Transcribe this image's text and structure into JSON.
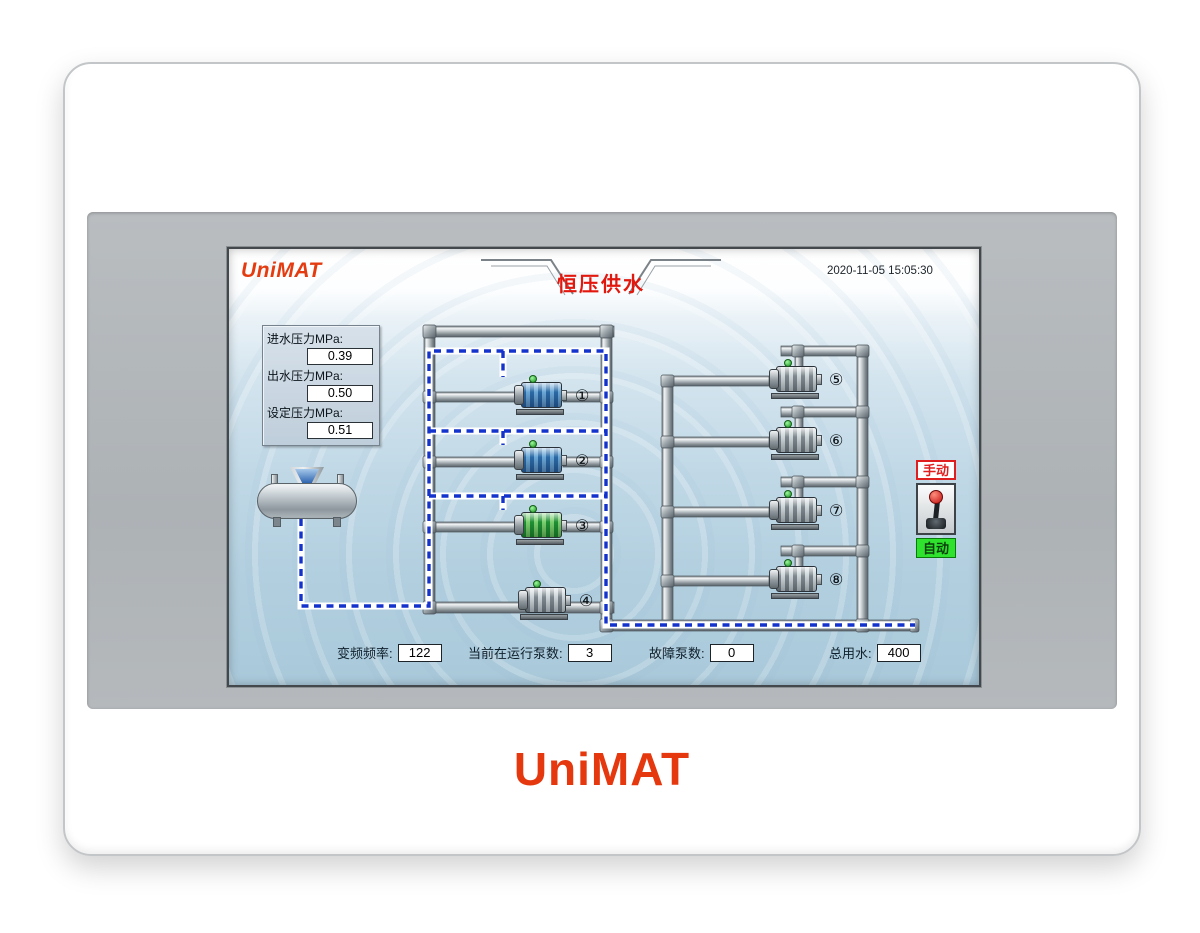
{
  "device": {
    "logo": "UniMAT"
  },
  "screen": {
    "logo": "UniMAT",
    "title": "恒压供水",
    "timestamp": "2020-11-05 15:05:30",
    "pressure_panel": {
      "rows": [
        {
          "label": "进水压力MPa:",
          "value": "0.39"
        },
        {
          "label": "出水压力MPa:",
          "value": "0.50"
        },
        {
          "label": "设定压力MPa:",
          "value": "0.51"
        }
      ]
    },
    "pumps": [
      {
        "label": "①",
        "state": "running"
      },
      {
        "label": "②",
        "state": "running"
      },
      {
        "label": "③",
        "state": "running"
      },
      {
        "label": "④",
        "state": "idle"
      },
      {
        "label": "⑤",
        "state": "idle"
      },
      {
        "label": "⑥",
        "state": "idle"
      },
      {
        "label": "⑦",
        "state": "idle"
      },
      {
        "label": "⑧",
        "state": "idle"
      }
    ],
    "mode_switch": {
      "manual": "手动",
      "auto": "自动"
    },
    "status": [
      {
        "label": "变频频率:",
        "value": "122"
      },
      {
        "label": "当前在运行泵数:",
        "value": "3"
      },
      {
        "label": "故障泵数:",
        "value": "0"
      },
      {
        "label": "总用水:",
        "value": "400"
      }
    ],
    "colors": {
      "title_red": "#e2180e",
      "flow_dash_blue": "#1433cc",
      "pump_running_blue": "#3c79b2",
      "pump_running_green": "#39a33e",
      "pump_idle_gray": "#aeb8be",
      "manual_red": "#df1f1f",
      "auto_green": "#2ee22e"
    }
  }
}
